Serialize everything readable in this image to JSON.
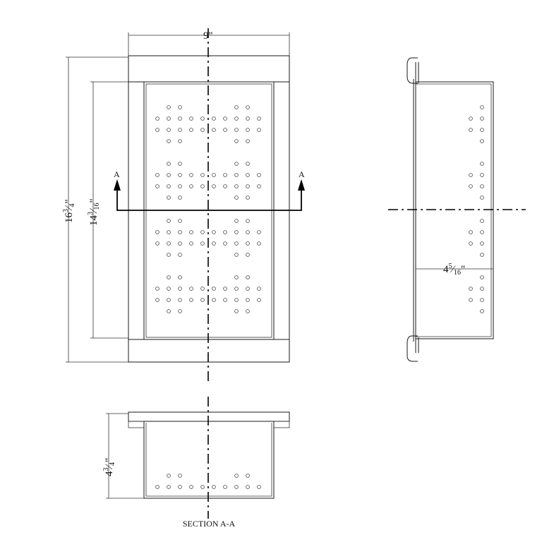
{
  "dimensions": {
    "width": "9\"",
    "overall_height": {
      "whole": "16",
      "num": "3",
      "den": "4",
      "unit": "\""
    },
    "inner_height": {
      "whole": "14",
      "num": "3",
      "den": "16",
      "unit": "\""
    },
    "side_depth": {
      "whole": "4",
      "num": "5",
      "den": "16",
      "unit": "\""
    },
    "section_height": {
      "whole": "4",
      "num": "3",
      "den": "4",
      "unit": "\""
    }
  },
  "section_markers": {
    "left": "A",
    "right": "A"
  },
  "section_title": "SECTION A-A"
}
